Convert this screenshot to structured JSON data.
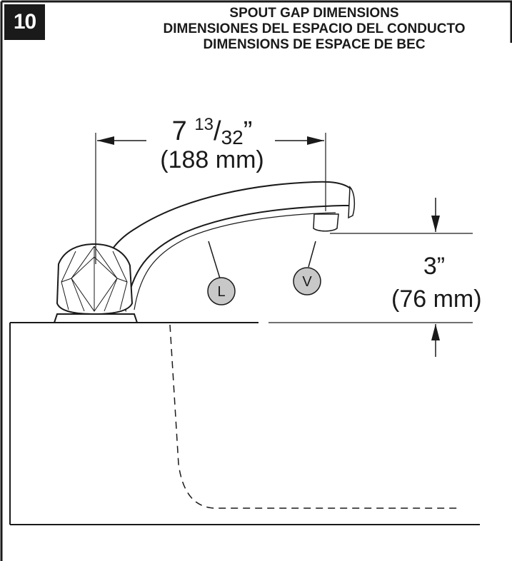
{
  "step": {
    "number": "10"
  },
  "title": {
    "en": "SPOUT GAP DIMENSIONS",
    "es": "DIMENSIONES DEL ESPACIO DEL CONDUCTO",
    "fr": "DIMENSIONS DE ESPACE DE BEC"
  },
  "dimensions": {
    "spout_reach": {
      "whole": "7",
      "numerator": "13",
      "denominator": "32",
      "inch_mark": "”",
      "metric": "(188 mm)"
    },
    "spout_gap": {
      "imperial": "3”",
      "metric": "(76 mm)"
    }
  },
  "callouts": {
    "l": "L",
    "v": "V"
  },
  "colors": {
    "ink": "#1a1a1a",
    "callout_fill": "#c8c8c8",
    "background": "#ffffff"
  }
}
